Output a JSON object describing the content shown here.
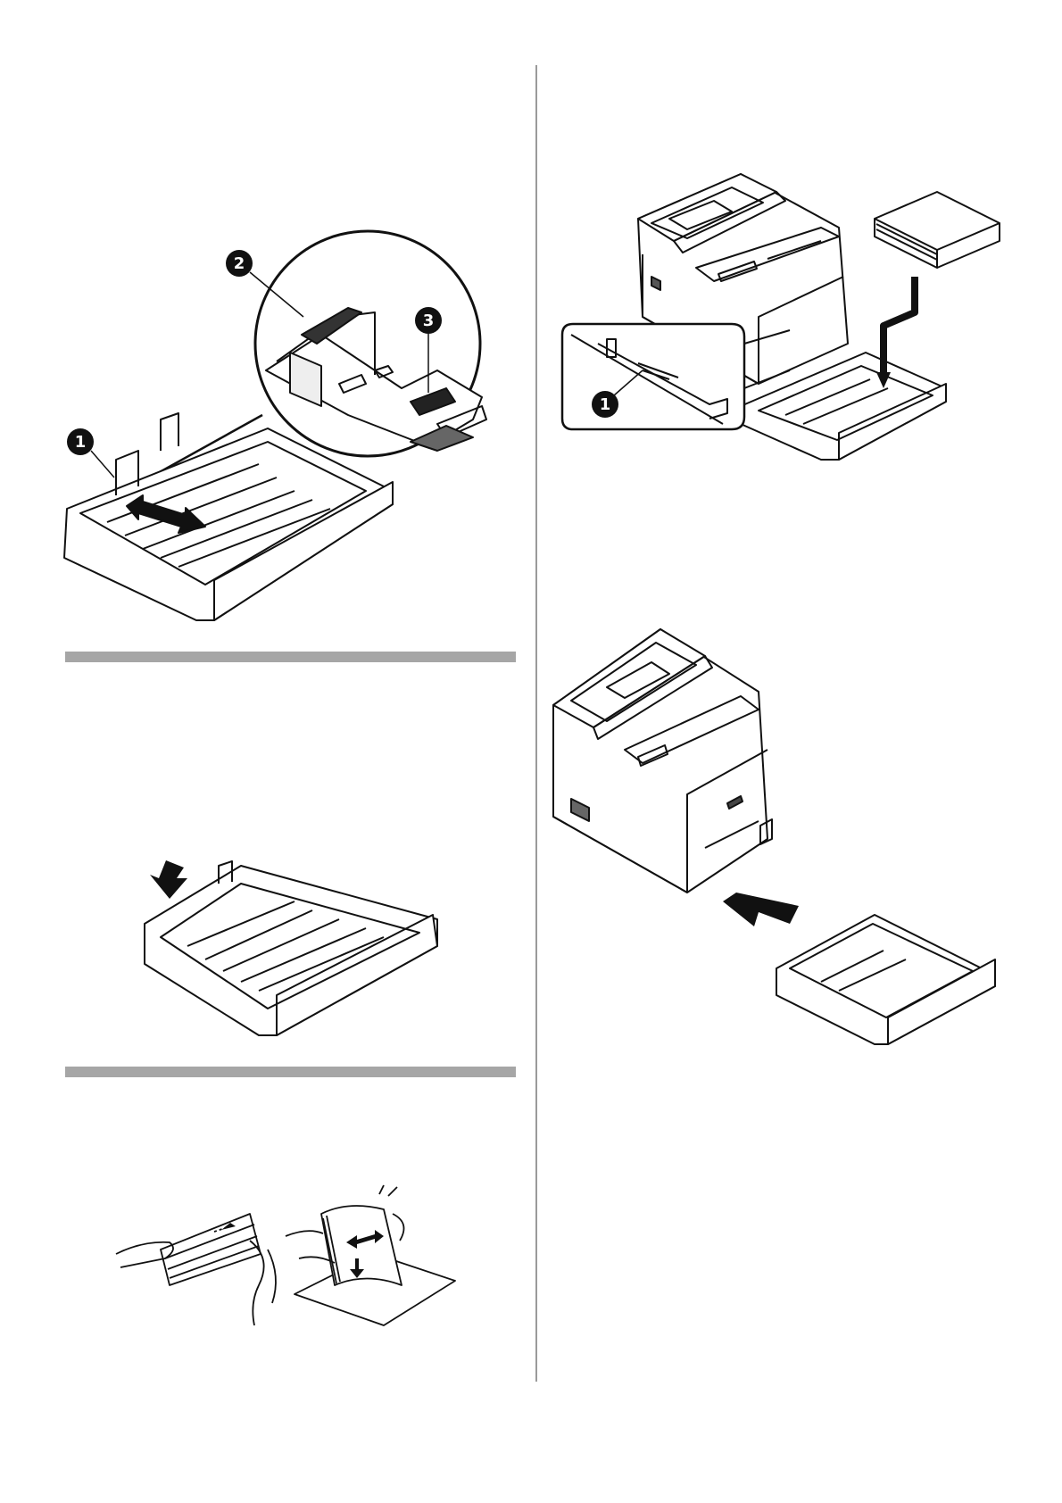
{
  "page": {
    "callouts": {
      "tray_guide": "1",
      "side_guide": "2",
      "stopper": "3",
      "cassette_guide": "1"
    }
  }
}
